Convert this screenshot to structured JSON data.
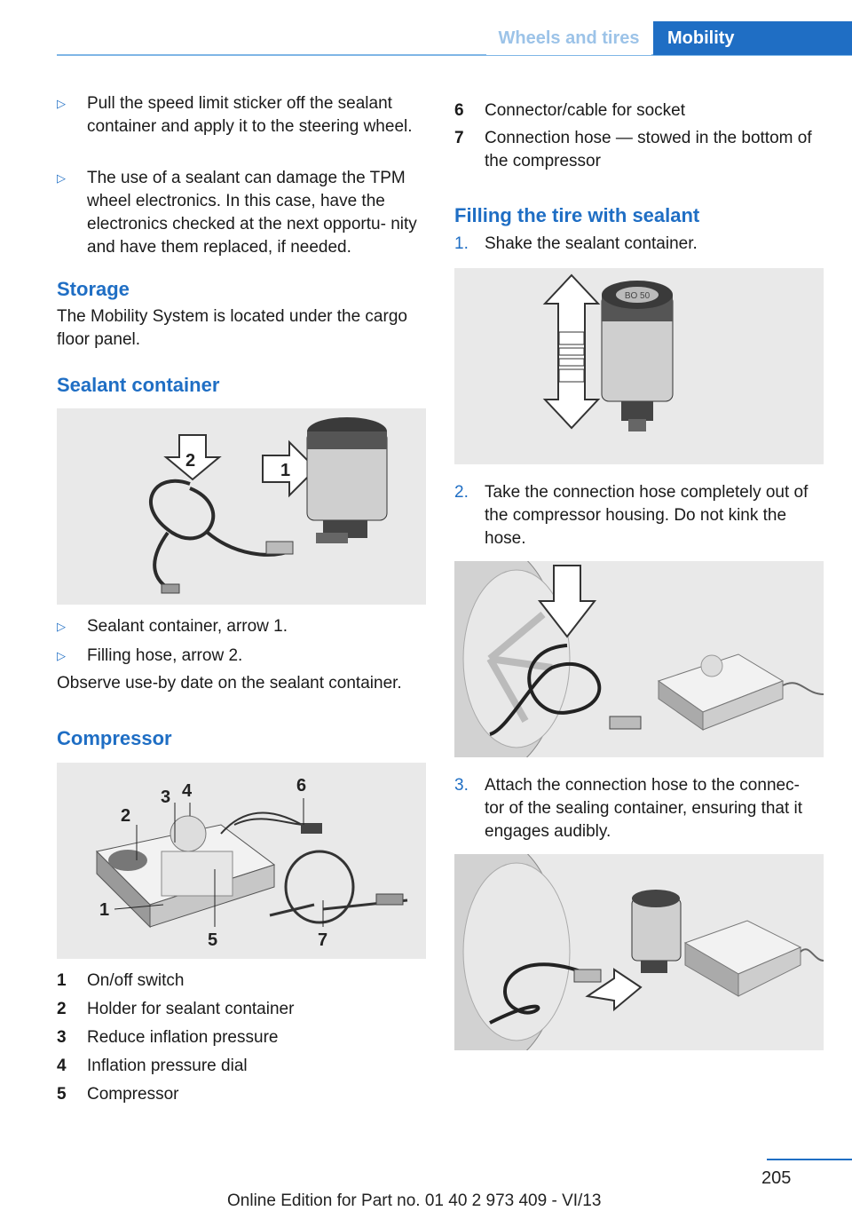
{
  "header": {
    "section": "Wheels and tires",
    "chapter": "Mobility"
  },
  "left": {
    "bullets_top": [
      "Pull the speed limit sticker off the sealant container and apply it to the steering wheel.",
      "The use of a sealant can damage the TPM wheel electronics. In this case, have the electronics checked at the next opportu‐ nity and have them replaced, if needed."
    ],
    "storage_heading": "Storage",
    "storage_text": "The Mobility System is located under the cargo floor panel.",
    "sealant_heading": "Sealant container",
    "sealant_fig_labels": [
      "2",
      "1"
    ],
    "sealant_bullets": [
      "Sealant container, arrow 1.",
      "Filling hose, arrow 2."
    ],
    "sealant_note": "Observe use-by date on the sealant container.",
    "compressor_heading": "Compressor",
    "compressor_fig_labels": [
      "2",
      "3",
      "4",
      "6",
      "1",
      "5",
      "7"
    ],
    "compressor_items": [
      {
        "n": "1",
        "text": "On/off switch"
      },
      {
        "n": "2",
        "text": "Holder for sealant container"
      },
      {
        "n": "3",
        "text": "Reduce inflation pressure"
      },
      {
        "n": "4",
        "text": "Inflation pressure dial"
      },
      {
        "n": "5",
        "text": "Compressor"
      }
    ]
  },
  "right": {
    "compressor_items": [
      {
        "n": "6",
        "text": "Connector/cable for socket"
      },
      {
        "n": "7",
        "text": "Connection hose — stowed in the bottom of the compressor"
      }
    ],
    "filling_heading": "Filling the tire with sealant",
    "steps": [
      {
        "n": "1.",
        "text": "Shake the sealant container."
      },
      {
        "n": "2.",
        "text": "Take the connection hose completely out of the compressor housing. Do not kink the hose."
      },
      {
        "n": "3.",
        "text": "Attach the connection hose to the connec‐ tor of the sealing container, ensuring that it engages audibly."
      }
    ],
    "can_label": "BO 50"
  },
  "footer": {
    "page_number": "205",
    "edition": "Online Edition for Part no. 01 40 2 973 409 - VI/13"
  }
}
